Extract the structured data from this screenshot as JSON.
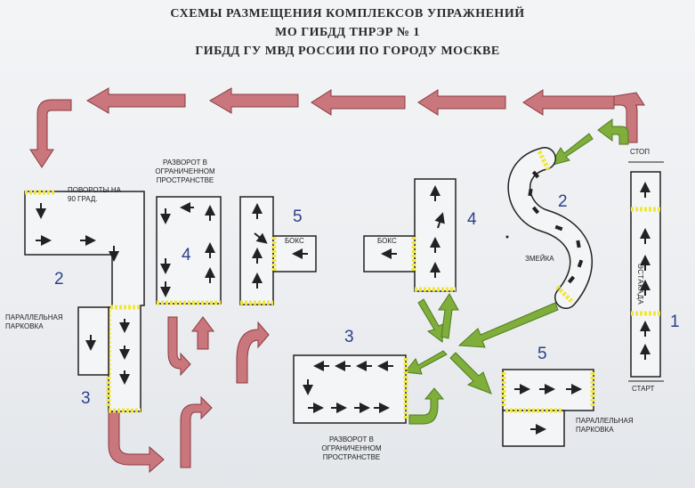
{
  "header": {
    "line1": "СХЕМЫ РАЗМЕЩЕНИЯ КОМПЛЕКСОВ УПРАЖНЕНИЙ",
    "line2": "МО ГИБДД ТНРЭР № 1",
    "line3": "ГИБДД ГУ МВД РОССИИ ПО ГОРОДУ МОСКВЕ"
  },
  "exercises": {
    "turns": {
      "number": "2",
      "label": "ПОВОРОТЫ НА 90 ГРАД."
    },
    "parallel_left": {
      "number": "3",
      "label": "ПАРАЛЛЕЛЬНАЯ ПАРКОВКА"
    },
    "uturn_top": {
      "number": "4",
      "label": "РАЗВОРОТ В ОГРАНИЧЕННОМ ПРОСТРАНСТВЕ"
    },
    "box_left": {
      "number": "5",
      "label": "БОКС"
    },
    "box_right": {
      "number": "4",
      "label": "БОКС"
    },
    "snake": {
      "number": "2",
      "label": "ЗМЕЙКА"
    },
    "estacade": {
      "number": "1",
      "label": "ЭСТАКАДА",
      "stop": "СТОП",
      "start": "СТАРТ"
    },
    "uturn_bottom": {
      "number": "3",
      "label": "РАЗВОРОТ В ОГРАНИЧЕННОМ ПРОСТРАНСТВЕ"
    },
    "parallel_right": {
      "number": "5",
      "label": "ПАРАЛЛЕЛЬНАЯ ПАРКОВКА"
    }
  },
  "colors": {
    "red_arrow": "#c9777c",
    "red_arrow_stroke": "#8a3a3f",
    "green_arrow": "#7fae3a",
    "yellow_mark": "#f1e63a",
    "outline": "#222222",
    "number": "#2e3f8c"
  }
}
